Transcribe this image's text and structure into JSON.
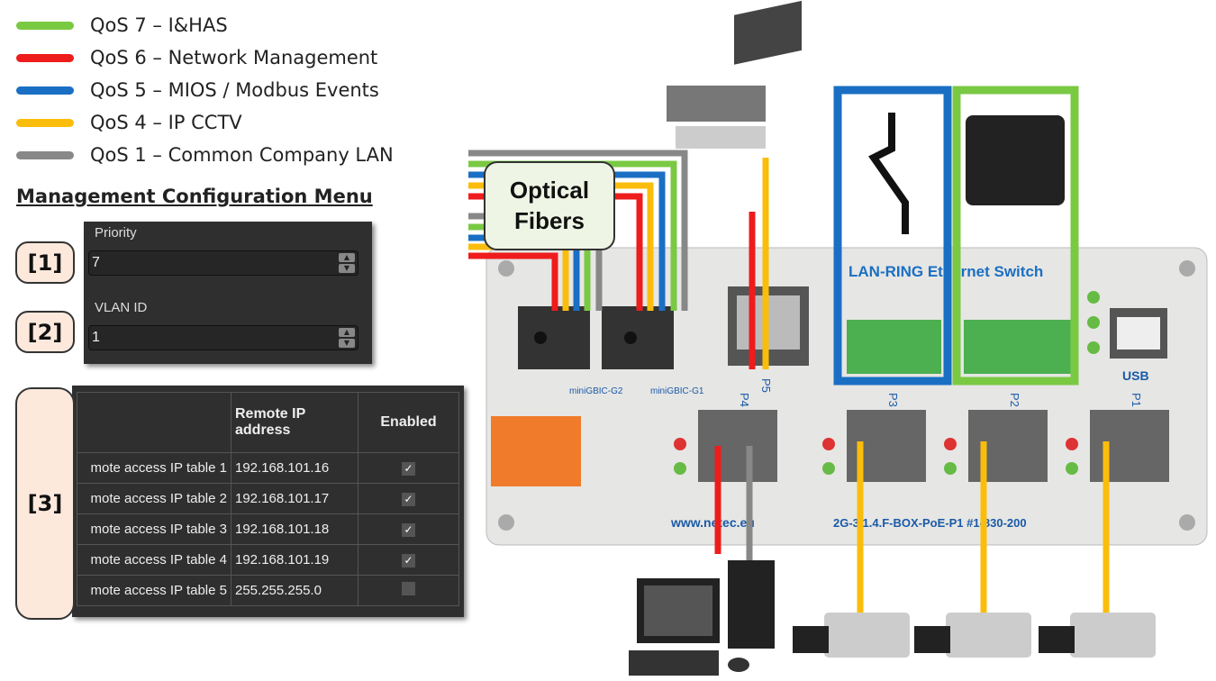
{
  "legend": [
    {
      "label": "QoS 7 – I&HAS",
      "color": "#7ac943"
    },
    {
      "label": "QoS 6 – Network Management",
      "color": "#ee1c1c"
    },
    {
      "label": "QoS 5 – MIOS / Modbus Events",
      "color": "#1a6fc4"
    },
    {
      "label": "QoS 4 – IP CCTV",
      "color": "#fbbd0c"
    },
    {
      "label": "QoS 1 – Common Company LAN",
      "color": "#888888"
    }
  ],
  "management": {
    "title": "Management Configuration Menu",
    "badges": [
      "[1]",
      "[2]",
      "[3]"
    ],
    "priority_label": "Priority",
    "priority_value": "7",
    "vlan_label": "VLAN ID",
    "vlan_value": "1",
    "table": {
      "headers": [
        "",
        "Remote IP address",
        "Enabled"
      ],
      "rows": [
        {
          "name": "mote access IP table 1",
          "ip": "192.168.101.16",
          "enabled": true
        },
        {
          "name": "mote access IP table 2",
          "ip": "192.168.101.17",
          "enabled": true
        },
        {
          "name": "mote access IP table 3",
          "ip": "192.168.101.18",
          "enabled": true
        },
        {
          "name": "mote access IP table 4",
          "ip": "192.168.101.19",
          "enabled": true
        },
        {
          "name": "mote access IP table 5",
          "ip": "255.255.255.0",
          "enabled": false
        }
      ]
    }
  },
  "device": {
    "fiber_label_1": "Optical",
    "fiber_label_2": "Fibers",
    "title": "LAN-RING Ethernet Switch",
    "gbic1": "miniGBIC-G2",
    "gbic2": "miniGBIC-G1",
    "ports": [
      "P5",
      "P4",
      "P3",
      "P2",
      "P1"
    ],
    "usb": "USB",
    "website": "www.netec.eu",
    "model": "2G-3.1.4.F-BOX-PoE-P1 #1-830-200"
  }
}
